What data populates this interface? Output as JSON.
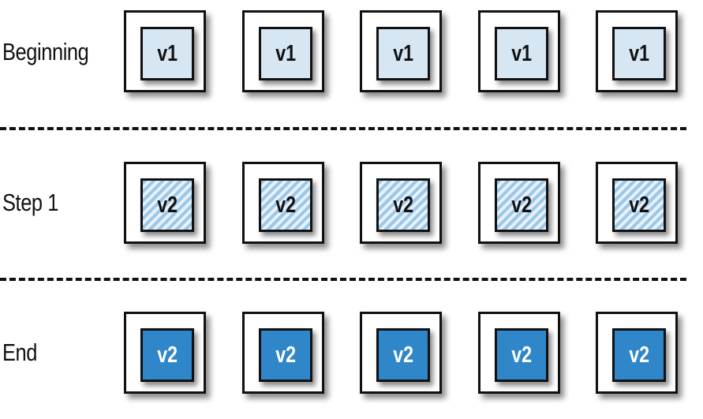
{
  "rows": [
    {
      "label": "Beginning",
      "state": "old",
      "boxes": [
        "v1",
        "v1",
        "v1",
        "v1",
        "v1"
      ]
    },
    {
      "label": "Step 1",
      "state": "mid",
      "boxes": [
        "v2",
        "v2",
        "v2",
        "v2",
        "v2"
      ]
    },
    {
      "label": "End",
      "state": "new",
      "boxes": [
        "v2",
        "v2",
        "v2",
        "v2",
        "v2"
      ]
    }
  ],
  "colors": {
    "old": "#d6e6f3",
    "mid_stripe": "#9cc7e8",
    "new": "#2f86c8",
    "border": "#111111"
  }
}
